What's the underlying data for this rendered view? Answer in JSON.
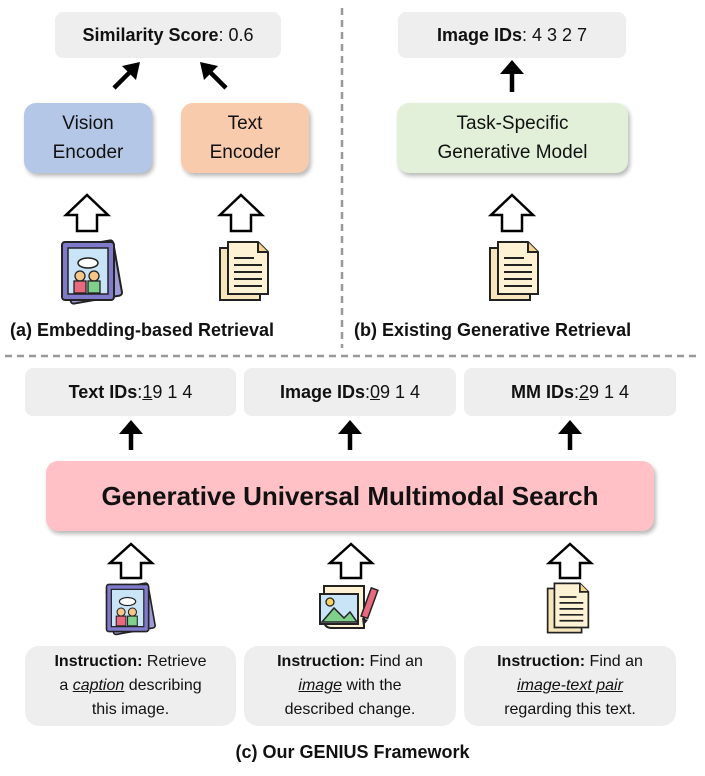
{
  "panel_a": {
    "score_label": "Similarity Score",
    "score_value": ": 0.6",
    "vision_line1": "Vision",
    "vision_line2": "Encoder",
    "text_line1": "Text",
    "text_line2": "Encoder",
    "caption": "(a) Embedding-based Retrieval"
  },
  "panel_b": {
    "ids_label": "Image IDs",
    "ids_value": ": 4 3 2 7",
    "model_line1": "Task-Specific",
    "model_line2": "Generative Model",
    "caption": "(b) Existing Generative Retrieval"
  },
  "panel_c": {
    "outputs": [
      {
        "label": "Text IDs",
        "sep": ": ",
        "first": "1",
        "rest": " 9 1 4"
      },
      {
        "label": "Image IDs",
        "sep": ": ",
        "first": "0",
        "rest": " 9 1 4"
      },
      {
        "label": "MM IDs",
        "sep": ": ",
        "first": "2",
        "rest": " 9 1 4"
      }
    ],
    "main_title": "Generative Universal Multimodal Search",
    "instructions": [
      {
        "bold": "Instruction:",
        "a": " Retrieve",
        "b": "a ",
        "em": "caption",
        "c": " describing",
        "d": "this image."
      },
      {
        "bold": "Instruction:",
        "a": " Find an",
        "b": "",
        "em": "image",
        "c": " with the",
        "d": "described change."
      },
      {
        "bold": "Instruction:",
        "a": " Find an",
        "b": "",
        "em": "image-text pair",
        "c": "",
        "d": "regarding this text."
      }
    ],
    "caption": "(c) Our GENIUS Framework"
  },
  "colors": {
    "vision": "#b4c7e7",
    "text_enc": "#f8cbad",
    "gen_model": "#e2f0d9",
    "main": "#ffc0c6",
    "box_gray": "#eeeeee"
  },
  "icons": [
    "arrow-up-icon",
    "outline-arrow-up-icon",
    "photo-stack-icon",
    "document-stack-icon",
    "image-edit-icon"
  ]
}
